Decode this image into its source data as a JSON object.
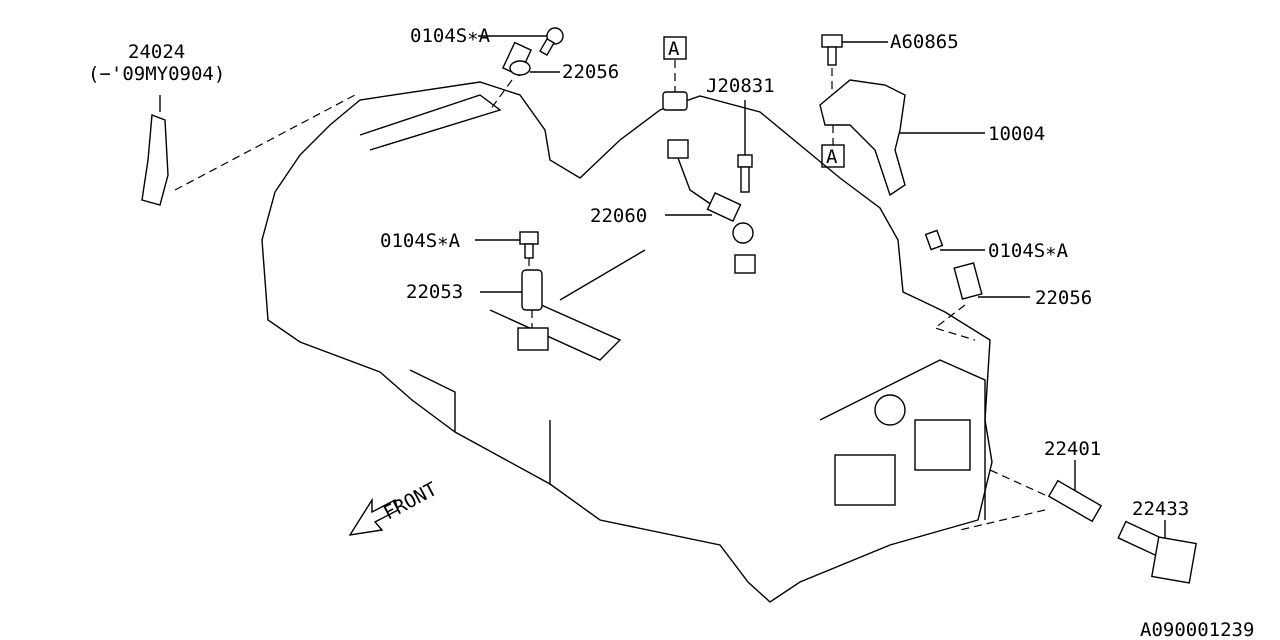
{
  "diagram": {
    "labels": {
      "p24024": "24024",
      "p24024_note": "(−'09MY0904)",
      "bolt_top": "0104S∗A",
      "p22056_top": "22056",
      "ref_a_top": "A",
      "j20831": "J20831",
      "a60865": "A60865",
      "p10004": "10004",
      "ref_a_right": "A",
      "p22060": "22060",
      "bolt_mid": "0104S∗A",
      "p22053": "22053",
      "bolt_right": "0104S∗A",
      "p22056_right": "22056",
      "p22401": "22401",
      "p22433": "22433",
      "front": "FRONT",
      "diagram_id": "A090001239"
    }
  }
}
